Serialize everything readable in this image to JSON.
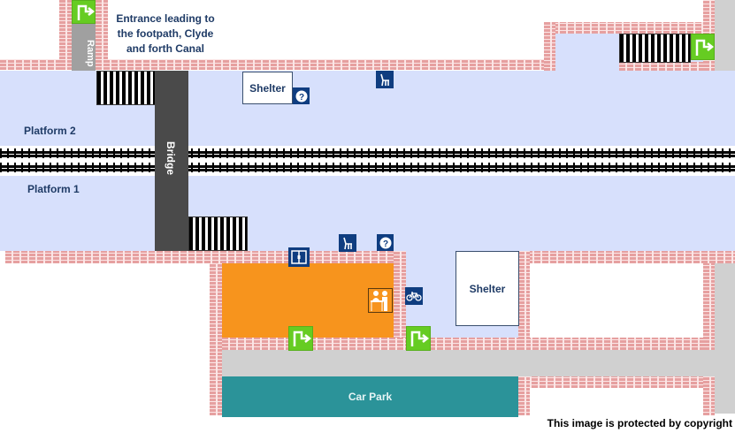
{
  "map": {
    "entrance_note": "Entrance leading to the footpath, Clyde and forth Canal",
    "entrance_note_lines": [
      "Entrance leading to",
      "the footpath, Clyde",
      "and forth Canal"
    ],
    "ramp_label": "Ramp",
    "bridge_label": "Bridge",
    "platform2_label": "Platform 2",
    "platform1_label": "Platform 1",
    "shelter_top_label": "Shelter",
    "shelter_bottom_label": "Shelter",
    "car_park_label": "Car Park",
    "copyright": "This image is protected by copyright"
  },
  "icons": {
    "exit": "exit-arrow-icon",
    "info": "help-point-icon",
    "seat": "seating-icon",
    "ticket_machine": "ticket-machine-icon",
    "ticket_office": "ticket-office-icon",
    "bicycle": "cycle-storage-icon"
  },
  "colors": {
    "platform": "#d7e0fc",
    "brick": "#e6a0a0",
    "bridge": "#4a4a4a",
    "ramp": "#a0a0a0",
    "ticket_hall": "#f7941d",
    "car_park": "#2b9399",
    "exit_sign": "#66cc22",
    "info_sign": "#0f3d80",
    "label_text": "#1f3b66"
  }
}
